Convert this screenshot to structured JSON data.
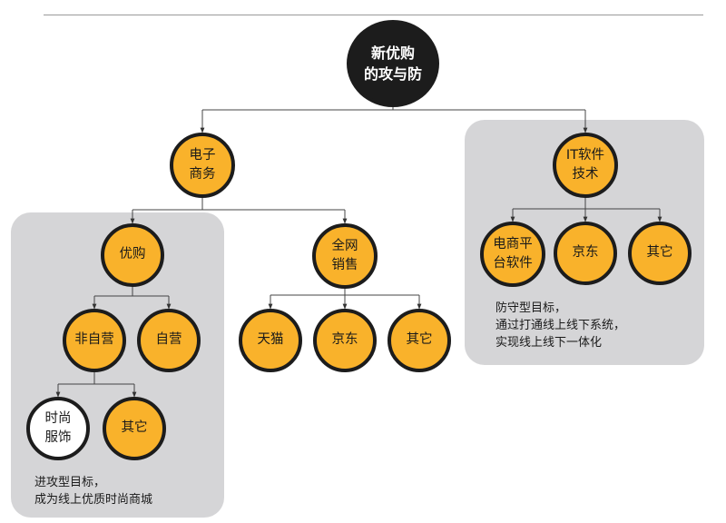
{
  "diagram": {
    "root": "新优购\n的攻与防",
    "branches": {
      "ecommerce": "电子\n商务",
      "it_software": "IT软件\n技术"
    },
    "ecommerce_children": {
      "youguo": "优购",
      "online_sales": "全网\n销售"
    },
    "youguo_children": {
      "non_self": "非自营",
      "self": "自营"
    },
    "non_self_children": {
      "fashion": "时尚\n服饰",
      "other": "其它"
    },
    "online_sales_children": {
      "tmall": "天猫",
      "jd": "京东",
      "other": "其它"
    },
    "it_children": {
      "ec_platform": "电商平\n台软件",
      "jd": "京东",
      "other": "其它"
    },
    "notes": {
      "offense": "进攻型目标，\n成为线上优质时尚商城",
      "defense": "防守型目标，\n通过打通线上线下系统，\n实现线上线下一体化"
    }
  },
  "colors": {
    "node_fill": "#f9b22b",
    "node_border": "#1c1c1c",
    "panel": "#d5d5d7",
    "root_fill": "#1c1c1c"
  }
}
